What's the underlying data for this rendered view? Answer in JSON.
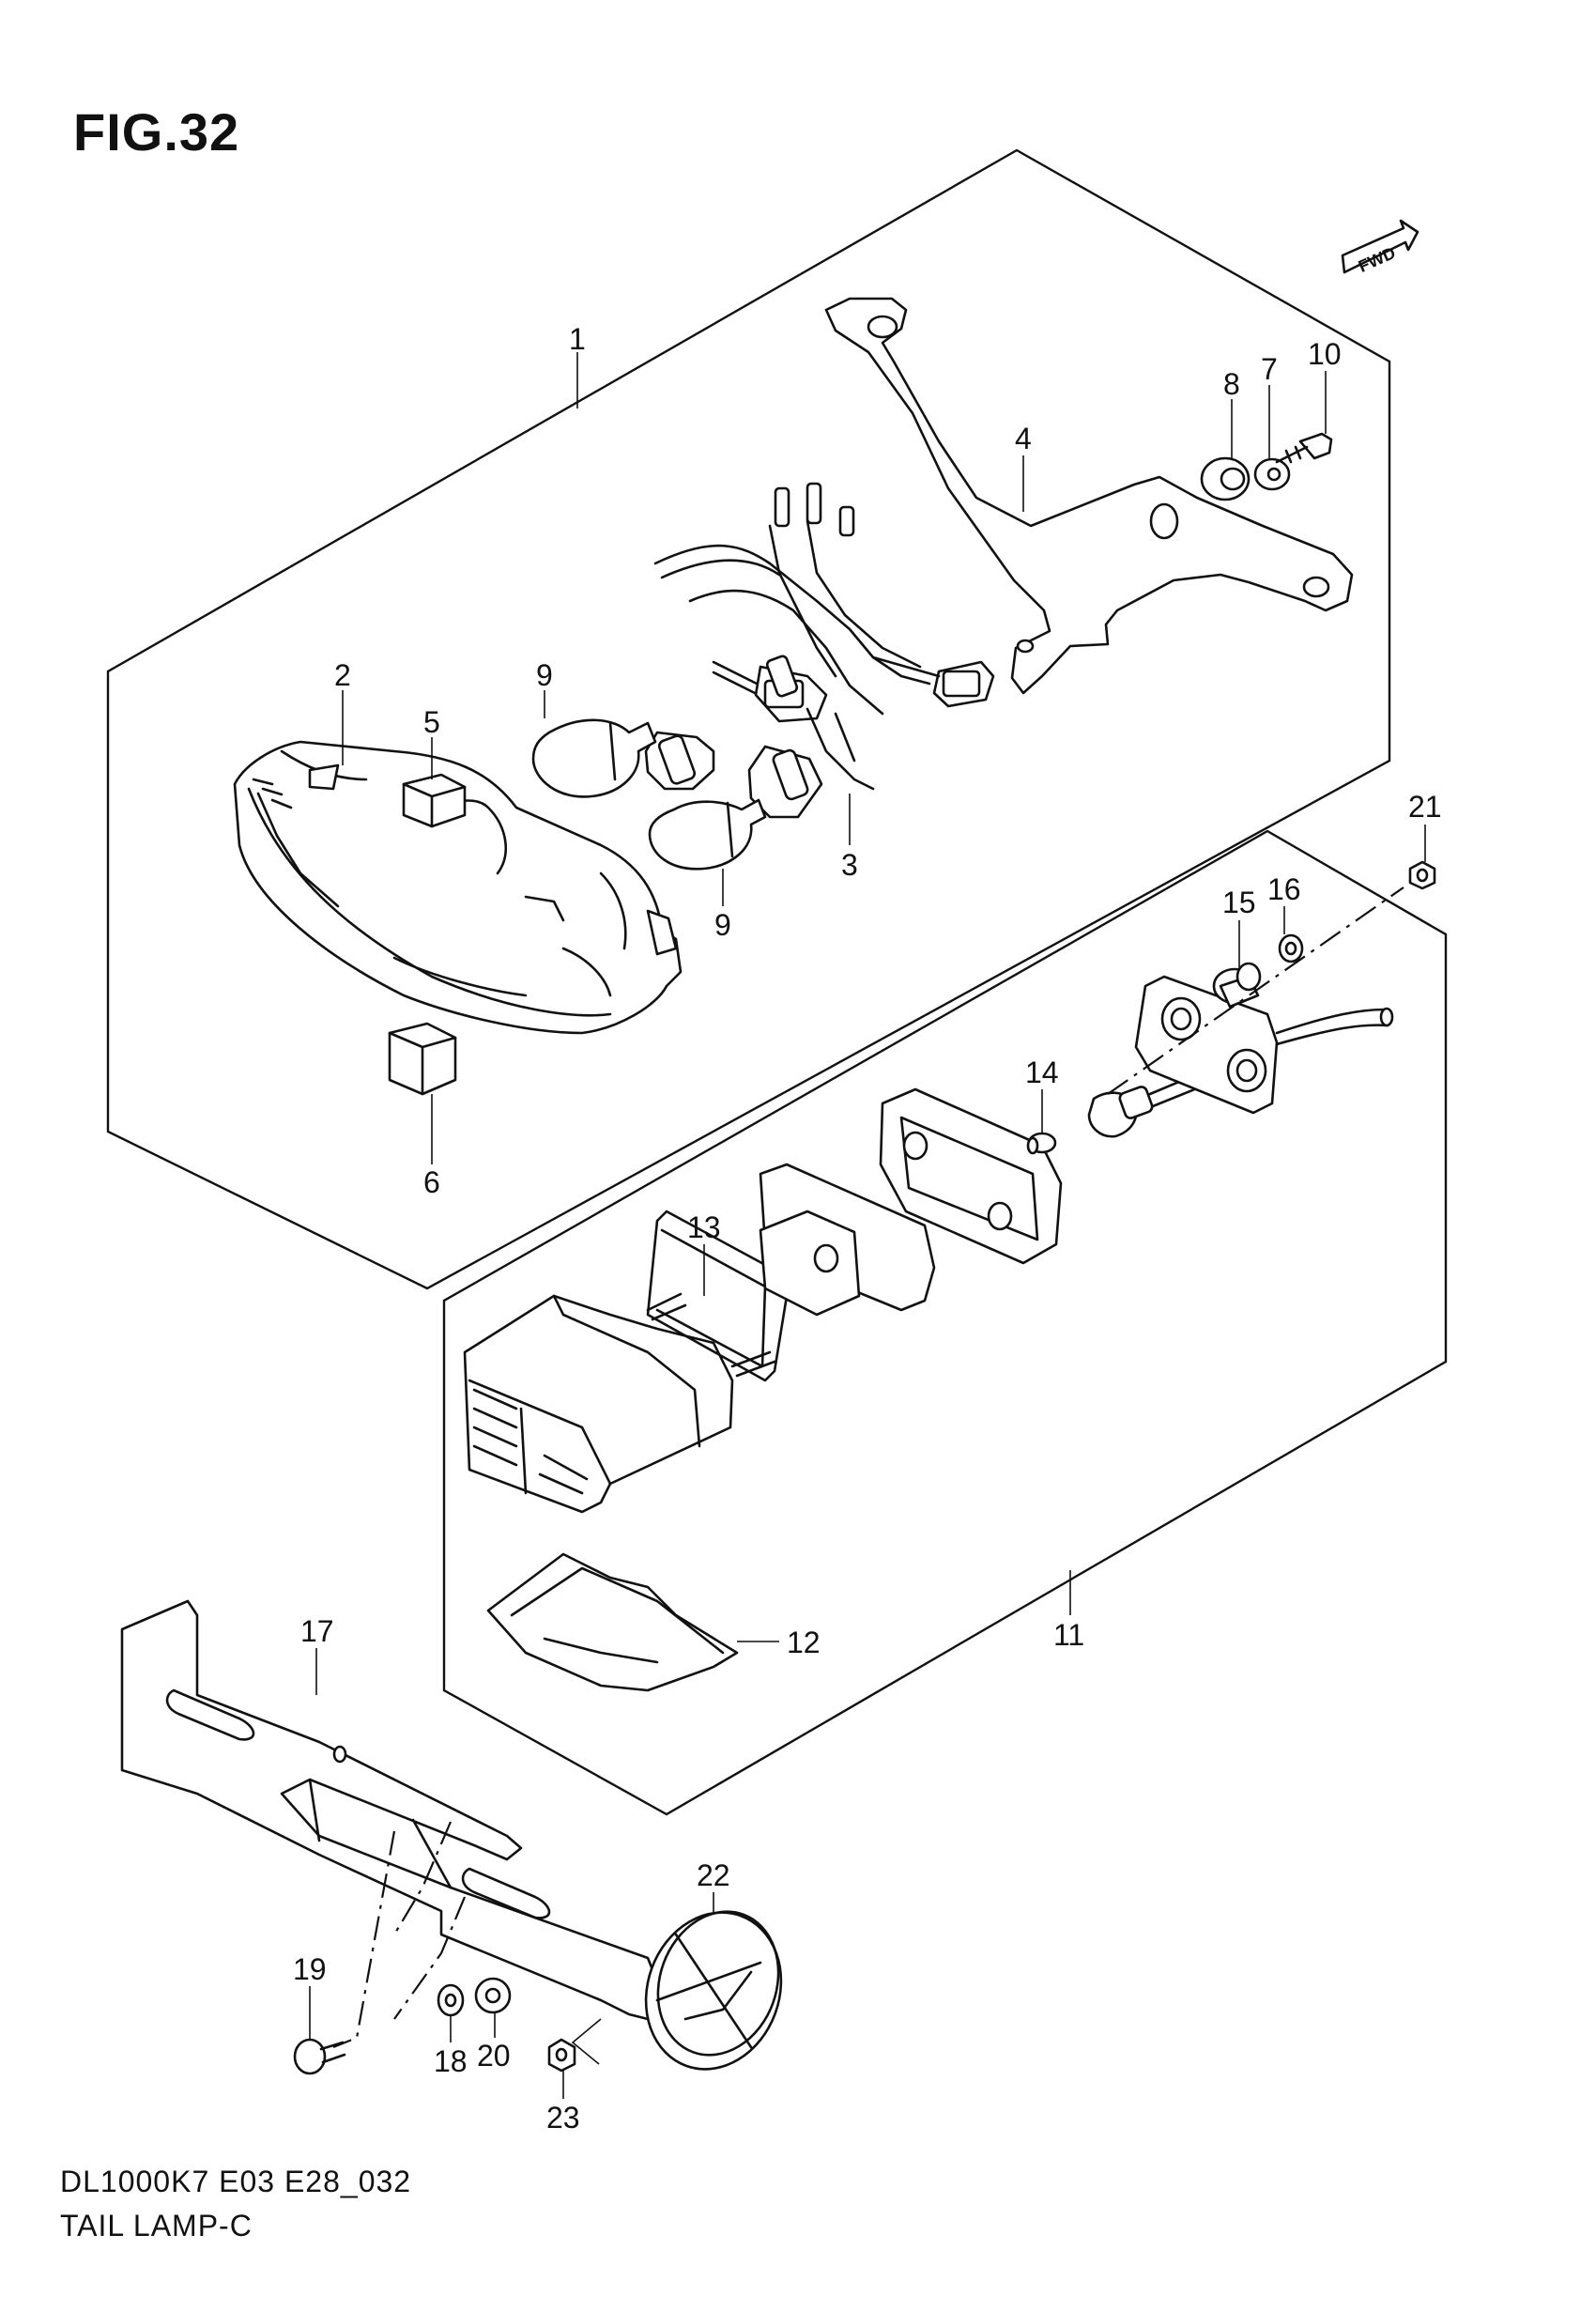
{
  "figure": {
    "title": "FIG.32",
    "model_code": "DL1000K7  E03  E28_032",
    "name": "TAIL LAMP-C",
    "fwd_marker": "FWD"
  },
  "callouts": [
    {
      "id": "1",
      "label": "1"
    },
    {
      "id": "2",
      "label": "2"
    },
    {
      "id": "3",
      "label": "3"
    },
    {
      "id": "4",
      "label": "4"
    },
    {
      "id": "5",
      "label": "5"
    },
    {
      "id": "6",
      "label": "6"
    },
    {
      "id": "7",
      "label": "7"
    },
    {
      "id": "8",
      "label": "8"
    },
    {
      "id": "9a",
      "label": "9"
    },
    {
      "id": "9b",
      "label": "9"
    },
    {
      "id": "10",
      "label": "10"
    },
    {
      "id": "11",
      "label": "11"
    },
    {
      "id": "12",
      "label": "12"
    },
    {
      "id": "13",
      "label": "13"
    },
    {
      "id": "14",
      "label": "14"
    },
    {
      "id": "15",
      "label": "15"
    },
    {
      "id": "16",
      "label": "16"
    },
    {
      "id": "17",
      "label": "17"
    },
    {
      "id": "18",
      "label": "18"
    },
    {
      "id": "19",
      "label": "19"
    },
    {
      "id": "20",
      "label": "20"
    },
    {
      "id": "21",
      "label": "21"
    },
    {
      "id": "22",
      "label": "22"
    },
    {
      "id": "23",
      "label": "23"
    }
  ]
}
